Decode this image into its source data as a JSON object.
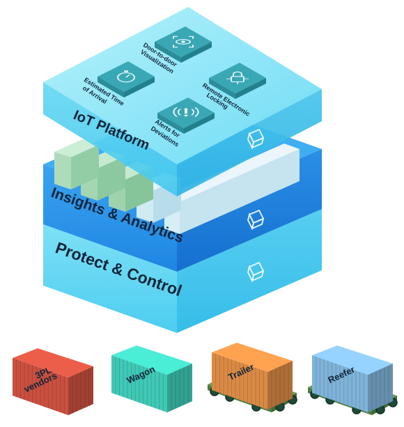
{
  "layers": [
    {
      "id": "iot",
      "label": "IoT Platform"
    },
    {
      "id": "insights",
      "label": "Insights & Analytics"
    },
    {
      "id": "protect",
      "label": "Protect & Control"
    }
  ],
  "features": [
    {
      "id": "door",
      "lines": [
        "Door-to-door",
        "Visualization"
      ],
      "icon": "eye-scan-icon"
    },
    {
      "id": "eta",
      "lines": [
        "Estimated Time",
        "of Arrival"
      ],
      "icon": "stopwatch-icon"
    },
    {
      "id": "lock",
      "lines": [
        "Remote Electronic",
        "Locking"
      ],
      "icon": "padlock-circuit-icon"
    },
    {
      "id": "alerts",
      "lines": [
        "Alerts for",
        "Deviations"
      ],
      "icon": "alert-signal-icon"
    }
  ],
  "containers": [
    {
      "id": "vendors",
      "lines": [
        "3PL",
        "vendors"
      ],
      "color": "#c9503f",
      "chassis": false
    },
    {
      "id": "wagon",
      "lines": [
        "Wagon"
      ],
      "color": "#3fc9b5",
      "chassis": false
    },
    {
      "id": "trailer",
      "lines": [
        "Trailer"
      ],
      "color": "#d98a45",
      "chassis": true
    },
    {
      "id": "reefer",
      "lines": [
        "Reefer"
      ],
      "color": "#7fb3d8",
      "chassis": true
    }
  ],
  "colors": {
    "iot_top": "#7fe3f7",
    "iot_left": "#57d0f0",
    "iot_right": "#3fbfe8",
    "insights_top": "#3aa8f0",
    "insights_left": "#2b8fe6",
    "insights_right": "#1f7ddb",
    "protect_top": "#7fe3f7",
    "protect_left": "#5fd4f2",
    "protect_right": "#49c7ee",
    "tile": "#3aa7b5",
    "block_green": "#a9d8b8",
    "block_blue": "#c7e4ef",
    "text": "#10253a"
  }
}
